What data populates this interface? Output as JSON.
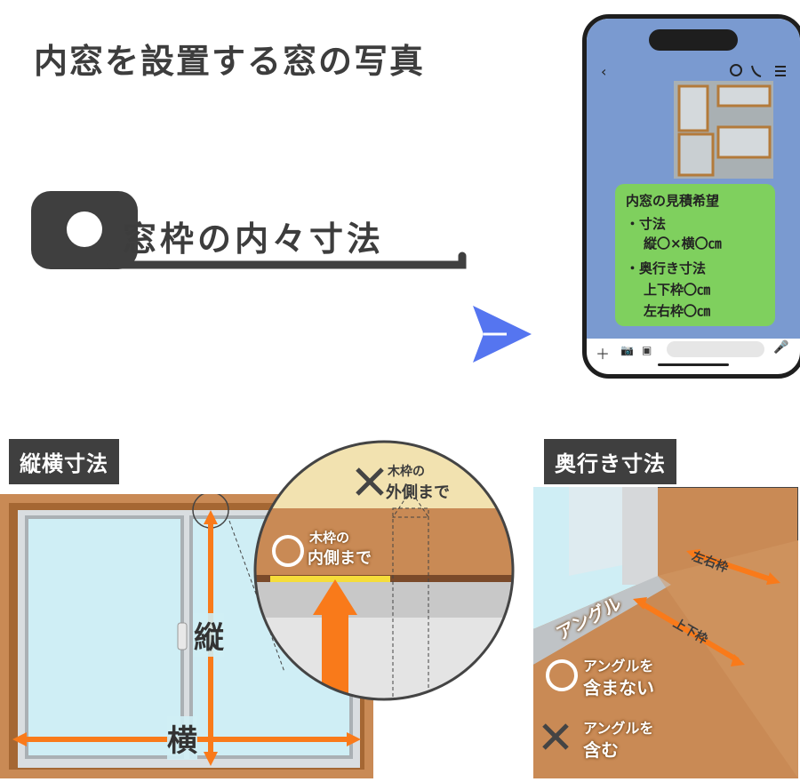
{
  "title": "内窓を設置する窓の写真",
  "tape_label": "窓枠の内々寸法",
  "phone": {
    "message_title": "内窓の見積希望",
    "bullet1": "・寸法",
    "size_line": "縦〇×横〇㎝",
    "bullet2": "・奥行き寸法",
    "top_bottom_line": "上下枠〇㎝",
    "left_right_line": "左右枠〇㎝"
  },
  "section_size": {
    "tag": "縦横寸法",
    "vertical_label": "縦",
    "horizontal_label": "横",
    "ng_line1": "木枠の",
    "ng_line2": "外側まで",
    "ok_line1": "木枠の",
    "ok_line2": "内側まで"
  },
  "section_depth": {
    "tag": "奥行き寸法",
    "left_right": "左右枠",
    "top_bottom": "上下枠",
    "angle": "アングル",
    "ok_line1": "アングルを",
    "ok_line2": "含まない",
    "ng_line1": "アングルを",
    "ng_line2": "含む"
  },
  "colors": {
    "orange": "#f97a1a",
    "wood": "#c98a55",
    "chat_green": "#7fd05e",
    "chat_bg": "#7a9ad0",
    "send_arrow": "#5575f0",
    "highlight_yellow": "#f5dd3a"
  }
}
